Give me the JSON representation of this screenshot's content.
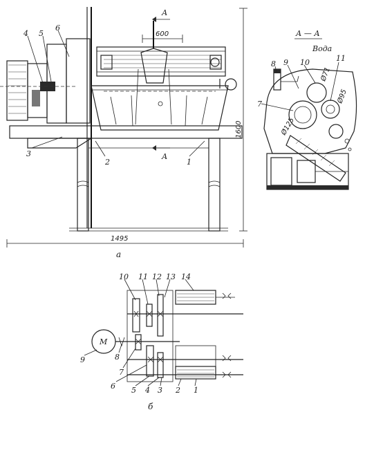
{
  "figure_a": {
    "caption": "а",
    "section_mark": "А",
    "dimensions": {
      "width_top": "600",
      "width_total": "1495",
      "height": "1600"
    },
    "part_labels": [
      "1",
      "2",
      "3",
      "4",
      "5",
      "6"
    ]
  },
  "figure_section": {
    "title": "А — А",
    "water_label": "Вода",
    "part_labels": [
      "7",
      "8",
      "9",
      "10",
      "11"
    ],
    "diameters": {
      "d125": "Ø125",
      "d71": "Ø71",
      "d95": "Ø95"
    }
  },
  "figure_b": {
    "caption": "б",
    "motor_symbol": "М",
    "part_labels": [
      "1",
      "2",
      "3",
      "4",
      "5",
      "6",
      "7",
      "8",
      "9",
      "10",
      "11",
      "12",
      "13",
      "14"
    ]
  }
}
